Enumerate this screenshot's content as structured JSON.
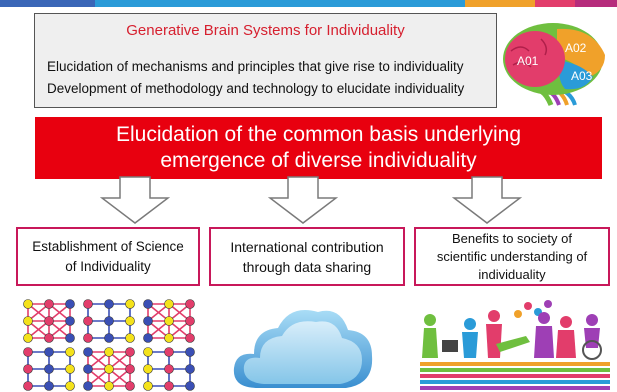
{
  "colors": {
    "title_red": "#d6202f",
    "banner_red": "#e8000f",
    "box_border_magenta": "#c8185a",
    "topbar": [
      "#3a66b7",
      "#2a9bd8",
      "#f0a12a",
      "#e23d6b",
      "#b62c7c"
    ]
  },
  "info_box": {
    "title": "Generative Brain Systems for Individuality",
    "lines": [
      "Elucidation of mechanisms and principles that give rise to individuality",
      "Development of methodology and technology to elucidate individuality"
    ]
  },
  "brain_logo": {
    "labels": [
      "A01",
      "A02",
      "A03"
    ]
  },
  "banner": {
    "line1": "Elucidation of the common basis underlying",
    "line2": "emergence of diverse individuality"
  },
  "outcomes": [
    {
      "lines": [
        "Establishment of Science",
        "of Individuality"
      ],
      "icon": "network-graph-icon"
    },
    {
      "lines": [
        "International contribution",
        "through data sharing"
      ],
      "icon": "cloud-icon"
    },
    {
      "lines": [
        "Benefits to society of",
        "scientific understanding of",
        "individuality"
      ],
      "icon": "diverse-people-icon"
    }
  ]
}
